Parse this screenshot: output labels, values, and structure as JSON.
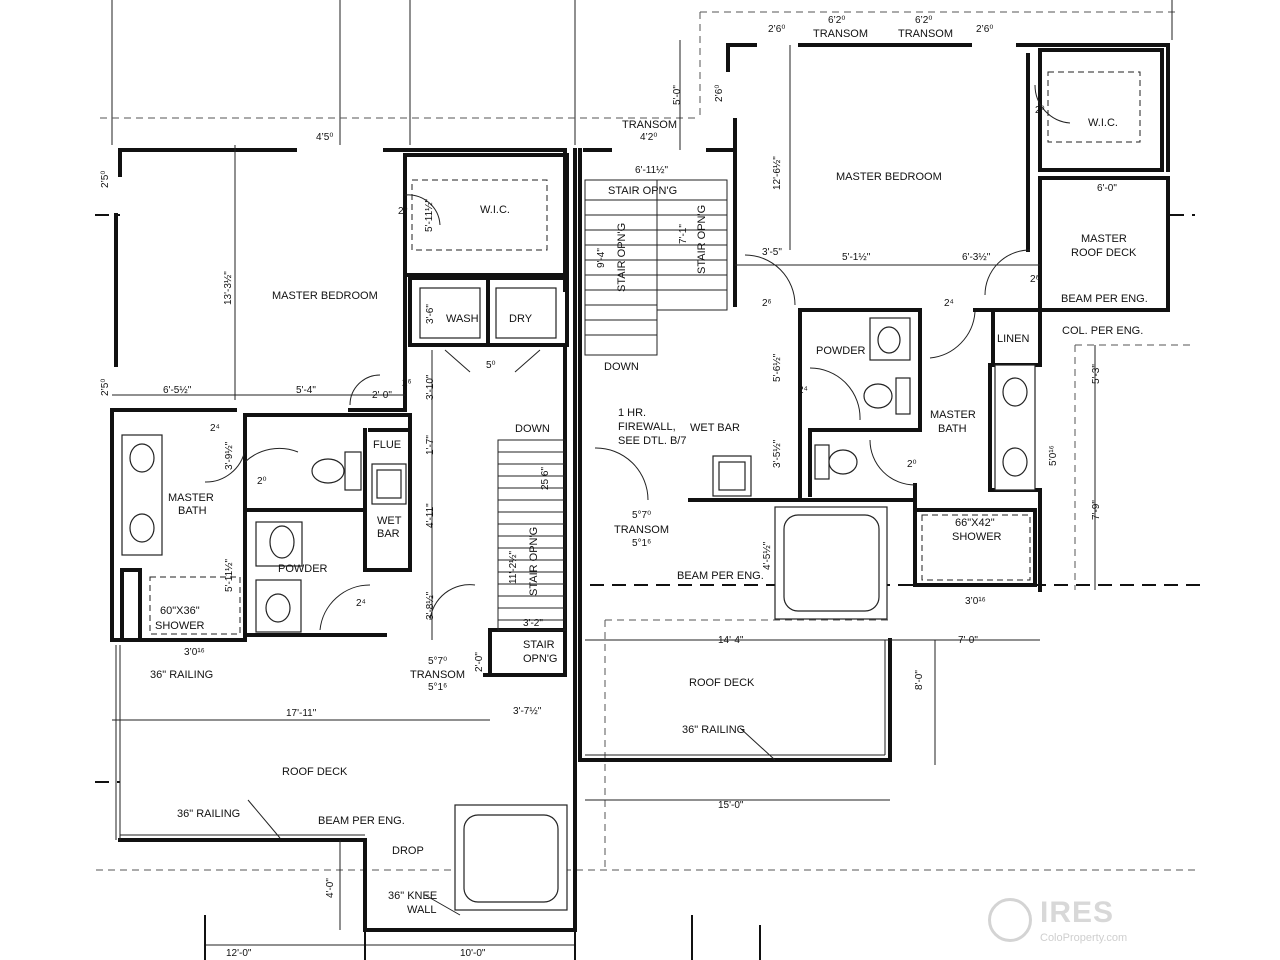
{
  "plan": {
    "left": {
      "rooms": {
        "master_bedroom": "MASTER BEDROOM",
        "wic": "W.I.C.",
        "wash": "WASH",
        "dry": "DRY",
        "flue": "FLUE",
        "wet_bar": [
          "WET",
          "BAR"
        ],
        "master_bath": [
          "MASTER",
          "BATH"
        ],
        "powder": "POWDER",
        "shower": [
          "60\"X36\"",
          "SHOWER"
        ],
        "roof_deck": "ROOF DECK",
        "stair_opng": "STAIR OPN'G",
        "stair_opng_small": [
          "STAIR",
          "OPN'G"
        ],
        "down": "DOWN"
      },
      "notes": {
        "railing_top": "36\" RAILING",
        "railing_bottom": "36\" RAILING",
        "beam": "BEAM PER ENG.",
        "drop": "DROP",
        "knee_wall": [
          "36\" KNEE",
          "WALL"
        ],
        "transom": [
          "5°7⁰",
          "TRANSOM",
          "5°1⁶"
        ]
      },
      "dims": {
        "d405": "4’5⁰",
        "d205a": "2’5⁰",
        "d205b": "2’5⁰",
        "d13": "13'-3½\"",
        "d20a": "2⁰",
        "d511": "5'-11½\"",
        "d36": "3'-6\"",
        "d50": "5⁰",
        "d6512": "6'-5½\"",
        "d54": "5'-4\"",
        "d20b": "2'-0\"",
        "d26": "2⁶",
        "d310": "3'-10\"",
        "d24a": "2⁴",
        "d3912": "3'-9½\"",
        "d20c": "2⁰",
        "d17": "1'-7\"",
        "d411": "4'-11\"",
        "d2516": "25 6\"",
        "d5112": "5'-11½\"",
        "d24b": "2⁴",
        "d3812": "3'-8½\"",
        "d1112": "11'-2½\"",
        "d32": "3'-2\"",
        "d301": "3’0¹⁶",
        "d20d": "2'-0\"",
        "d3712": "3'-7½\"",
        "d1711": "17'-11\"",
        "d40": "4'-0\"",
        "d120": "12'-0\"",
        "d100": "10'-0\""
      }
    },
    "right": {
      "rooms": {
        "master_bedroom": "MASTER BEDROOM",
        "wic": "W.I.C.",
        "master_roof_deck": [
          "MASTER",
          "ROOF DECK"
        ],
        "linen": "LINEN",
        "powder": "POWDER",
        "master_bath": [
          "MASTER",
          "BATH"
        ],
        "shower": [
          "66\"X42\"",
          "SHOWER"
        ],
        "roof_deck": "ROOF DECK",
        "wet_bar": "WET BAR",
        "stair_opng_a": "STAIR OPN'G",
        "stair_opng_b": "STAIR OPN'G",
        "stair_opng_c": "STAIR OPN'G",
        "down": "DOWN"
      },
      "notes": {
        "transom_a": "TRANSOM",
        "transom_b": "TRANSOM",
        "transom_c": [
          "TRANSOM",
          "4’2⁰"
        ],
        "firewall": [
          "1 HR.",
          "FIREWALL,",
          "SEE DTL. B/7"
        ],
        "beam_a": "BEAM PER ENG.",
        "beam_b": "BEAM PER ENG.",
        "col": "COL. PER ENG.",
        "railing": "36\" RAILING",
        "transom_d": [
          "5°7⁰",
          "TRANSOM",
          "5°1⁶"
        ]
      },
      "dims": {
        "d260a": "2’6⁰",
        "d620a": "6’2⁰",
        "d620b": "6’2⁰",
        "d260b": "2’6⁰",
        "d50": "5'-0\"",
        "d260c": "2’6⁰",
        "d20a": "2⁰",
        "d6112": "6'-11½\"",
        "d1212": "12'-6½\"",
        "d60": "6'-0\"",
        "d94": "9'-4\"",
        "d71": "7'-1\"",
        "d35": "3'-5\"",
        "d5112": "5'-1½\"",
        "d6312": "6'-3½\"",
        "d26a": "2⁶",
        "d26b": "2⁶",
        "d24a": "2⁴",
        "d5612": "5'-6½\"",
        "d24b": "2⁴",
        "d53": "5'-3\"",
        "d3512": "3'-5½\"",
        "d20b": "2⁰",
        "d501": "5’0¹⁶",
        "d79": "7'-9\"",
        "d4512": "4'-5½\"",
        "d301": "3’0¹⁶",
        "d144": "14'-4\"",
        "d70": "7'-0\"",
        "d80": "8'-0\"",
        "d150": "15'-0\""
      }
    }
  },
  "logo": {
    "name": "IRES",
    "site": "ColoProperty.com"
  }
}
